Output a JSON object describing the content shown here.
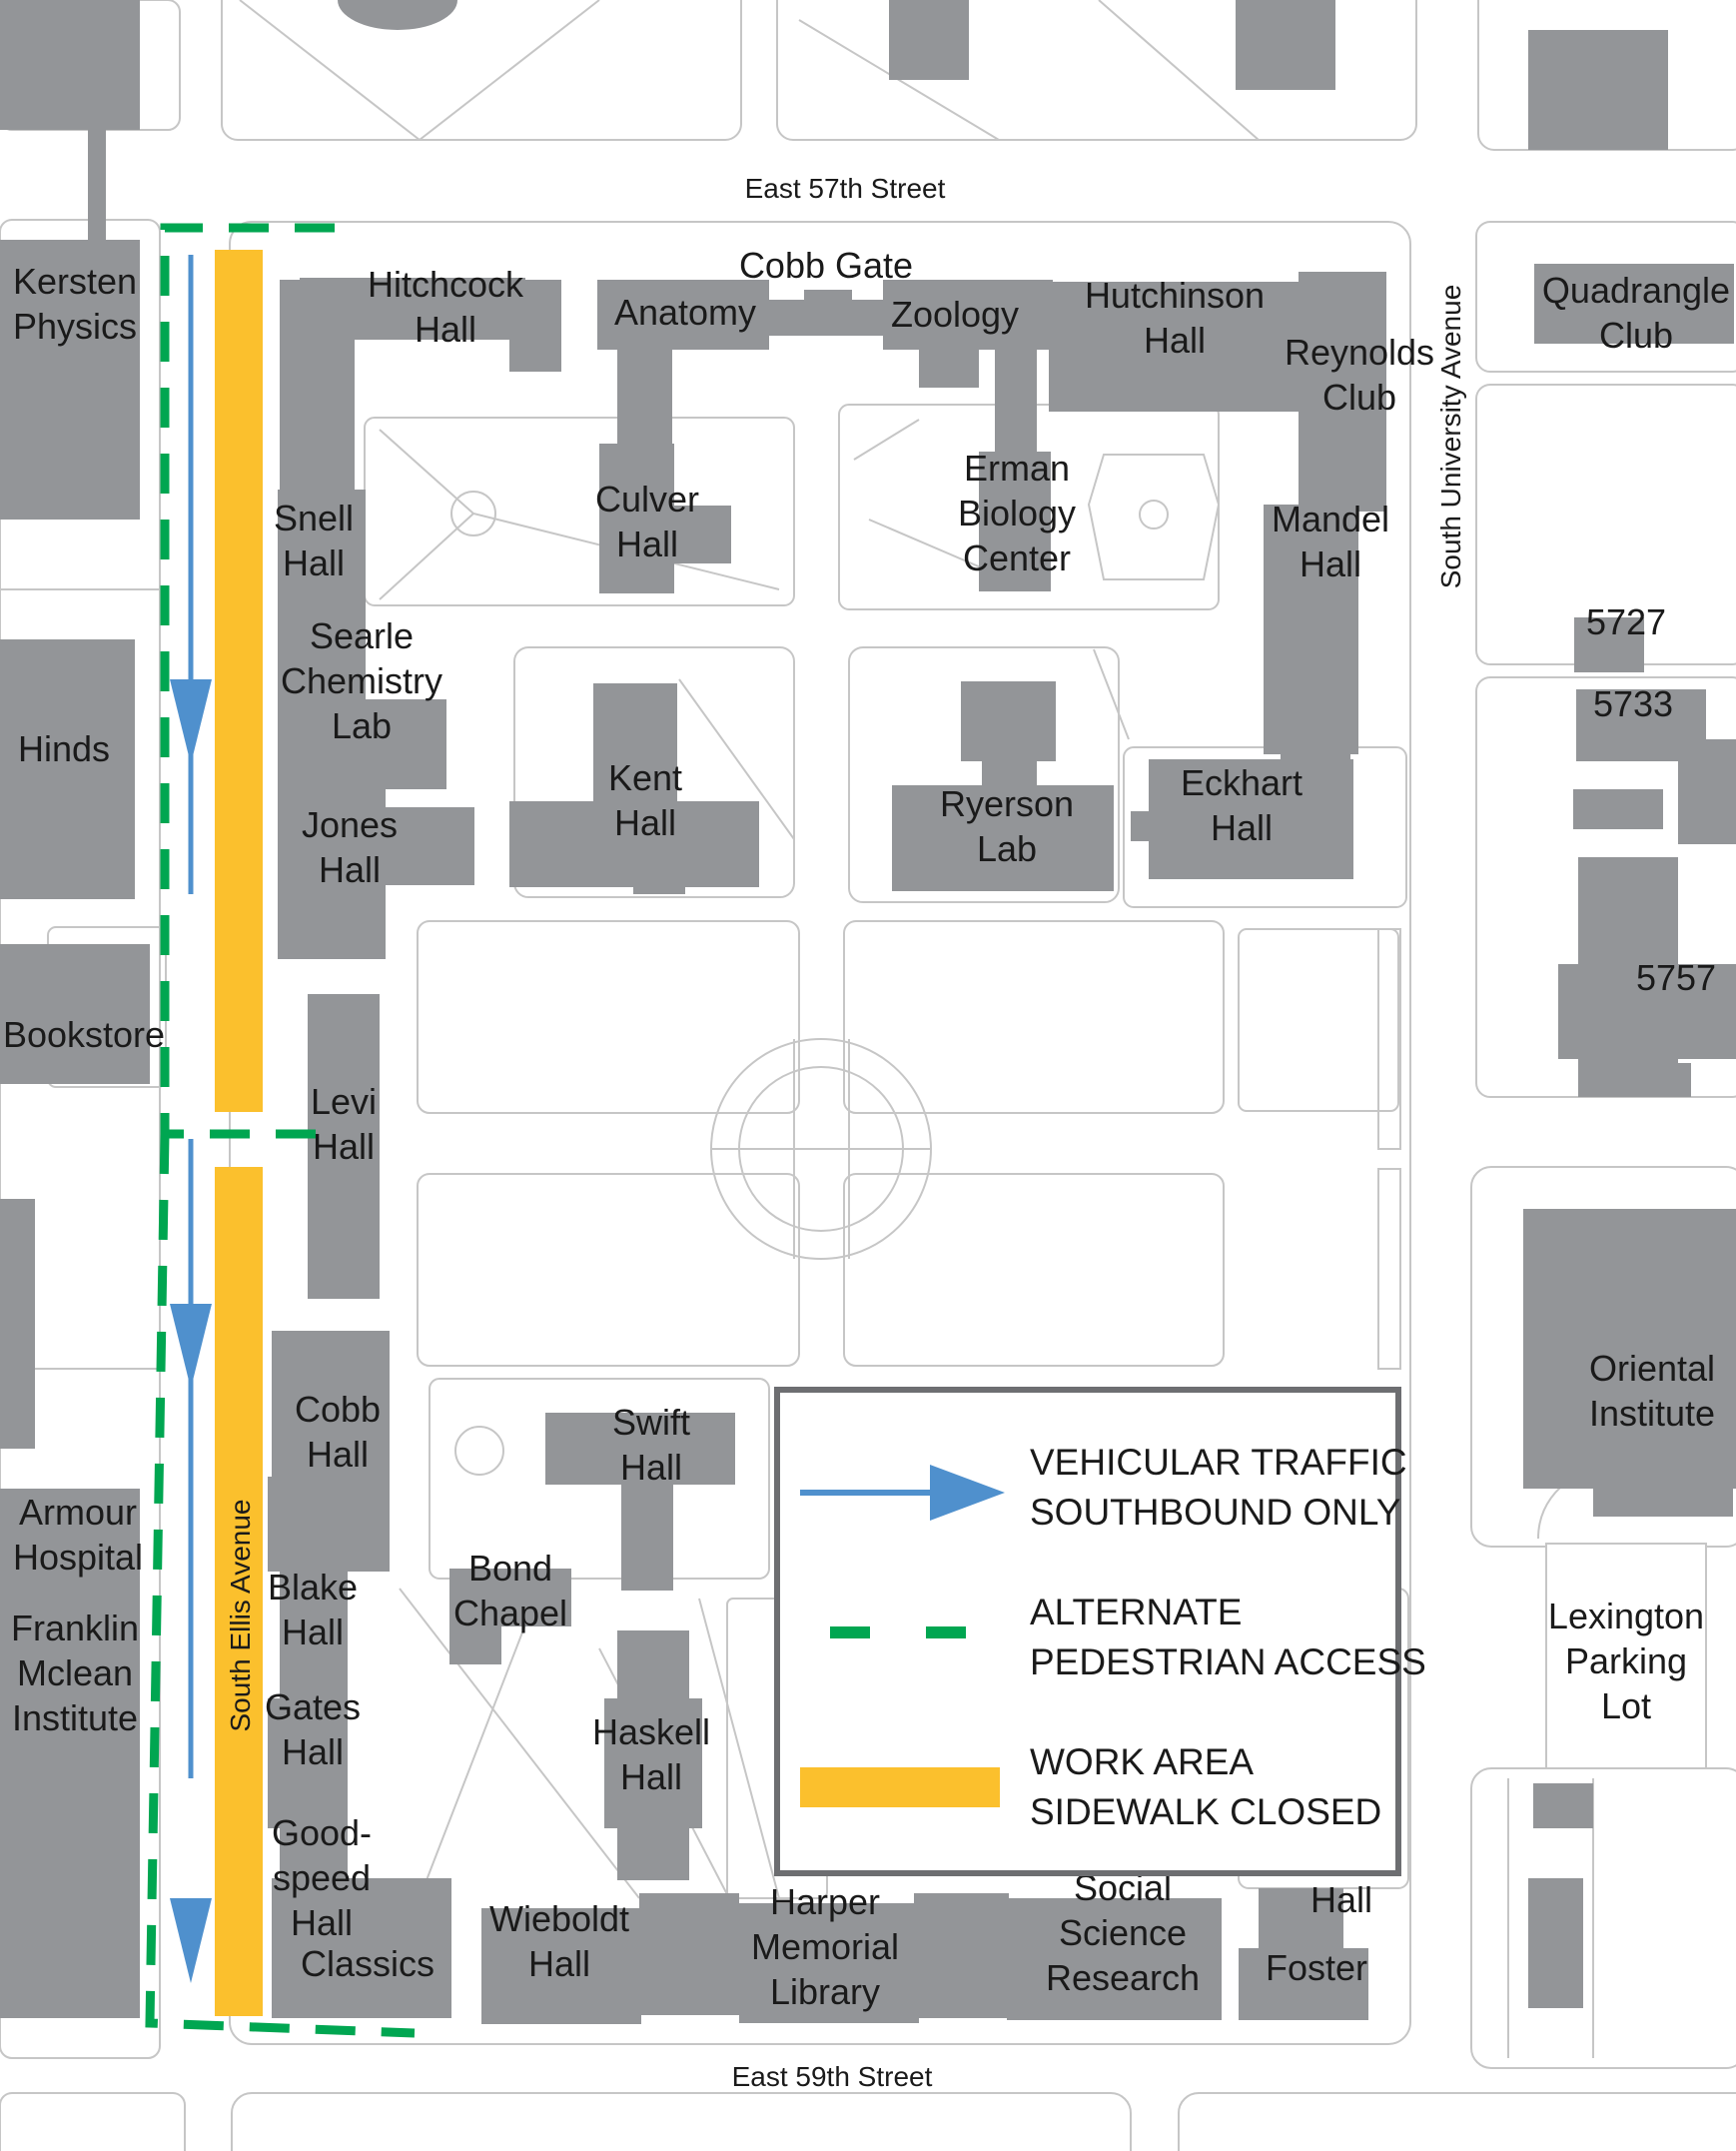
{
  "colors": {
    "building": "#939598",
    "walkway": "#c6c6c6",
    "traffic_arrow": "#4f90cd",
    "pedestrian_access": "#00a651",
    "work_area": "#fbc02d",
    "legend_border": "#6d6e71"
  },
  "streets": {
    "north": "East 57th Street",
    "south": "East 59th Street",
    "west": "South Ellis Avenue",
    "east": "South University Avenue"
  },
  "buildings": {
    "kersten": [
      "Kersten",
      "Physics"
    ],
    "hitchcock": [
      "Hitchcock",
      "Hall"
    ],
    "cobb_gate": [
      "Cobb Gate"
    ],
    "anatomy": [
      "Anatomy"
    ],
    "zoology": [
      "Zoology"
    ],
    "hutchinson": [
      "Hutchinson",
      "Hall"
    ],
    "reynolds": [
      "Reynolds",
      "Club"
    ],
    "quadrangle": [
      "Quadrangle",
      "Club"
    ],
    "culver": [
      "Culver",
      "Hall"
    ],
    "erman": [
      "Erman",
      "Biology",
      "Center"
    ],
    "mandel": [
      "Mandel",
      "Hall"
    ],
    "snell": [
      "Snell",
      "Hall"
    ],
    "searle": [
      "Searle",
      "Chemistry",
      "Lab"
    ],
    "kent": [
      "Kent",
      "Hall"
    ],
    "ryerson": [
      "Ryerson",
      "Lab"
    ],
    "eckhart": [
      "Eckhart",
      "Hall"
    ],
    "hinds": [
      "Hinds"
    ],
    "jones": [
      "Jones",
      "Hall"
    ],
    "bookstore": [
      "Bookstore"
    ],
    "levi": [
      "Levi",
      "Hall"
    ],
    "b5727": [
      "5727"
    ],
    "b5733": [
      "5733"
    ],
    "b5757": [
      "5757"
    ],
    "cobb_hall": [
      "Cobb",
      "Hall"
    ],
    "swift": [
      "Swift",
      "Hall"
    ],
    "oriental": [
      "Oriental",
      "Institute"
    ],
    "armour": [
      "Armour",
      "Hospital"
    ],
    "franklin": [
      "Franklin",
      "Mclean",
      "Institute"
    ],
    "blake": [
      "Blake",
      "Hall"
    ],
    "bond": [
      "Bond",
      "Chapel"
    ],
    "gates": [
      "Gates",
      "Hall"
    ],
    "haskell": [
      "Haskell",
      "Hall"
    ],
    "lexington": [
      "Lexington",
      "Parking",
      "Lot"
    ],
    "goodspeed": [
      "Good-",
      "speed",
      "Hall"
    ],
    "classics": [
      "Classics"
    ],
    "wieboldt": [
      "Wieboldt",
      "Hall"
    ],
    "harper": [
      "Harper",
      "Memorial",
      "Library"
    ],
    "ssr": [
      "Social",
      "Science",
      "Research"
    ],
    "foster_hall": [
      "Hall"
    ],
    "foster": [
      "Foster"
    ]
  },
  "legend": {
    "traffic": {
      "line1": "VEHICULAR TRAFFIC",
      "line2": "SOUTHBOUND ONLY",
      "icon": "blue-arrow-icon"
    },
    "pedestrian": {
      "line1": "ALTERNATE",
      "line2": "PEDESTRIAN ACCESS",
      "icon": "green-dashed-line-icon"
    },
    "work": {
      "line1": "WORK AREA",
      "line2": "SIDEWALK CLOSED",
      "icon": "yellow-bar-icon"
    }
  }
}
